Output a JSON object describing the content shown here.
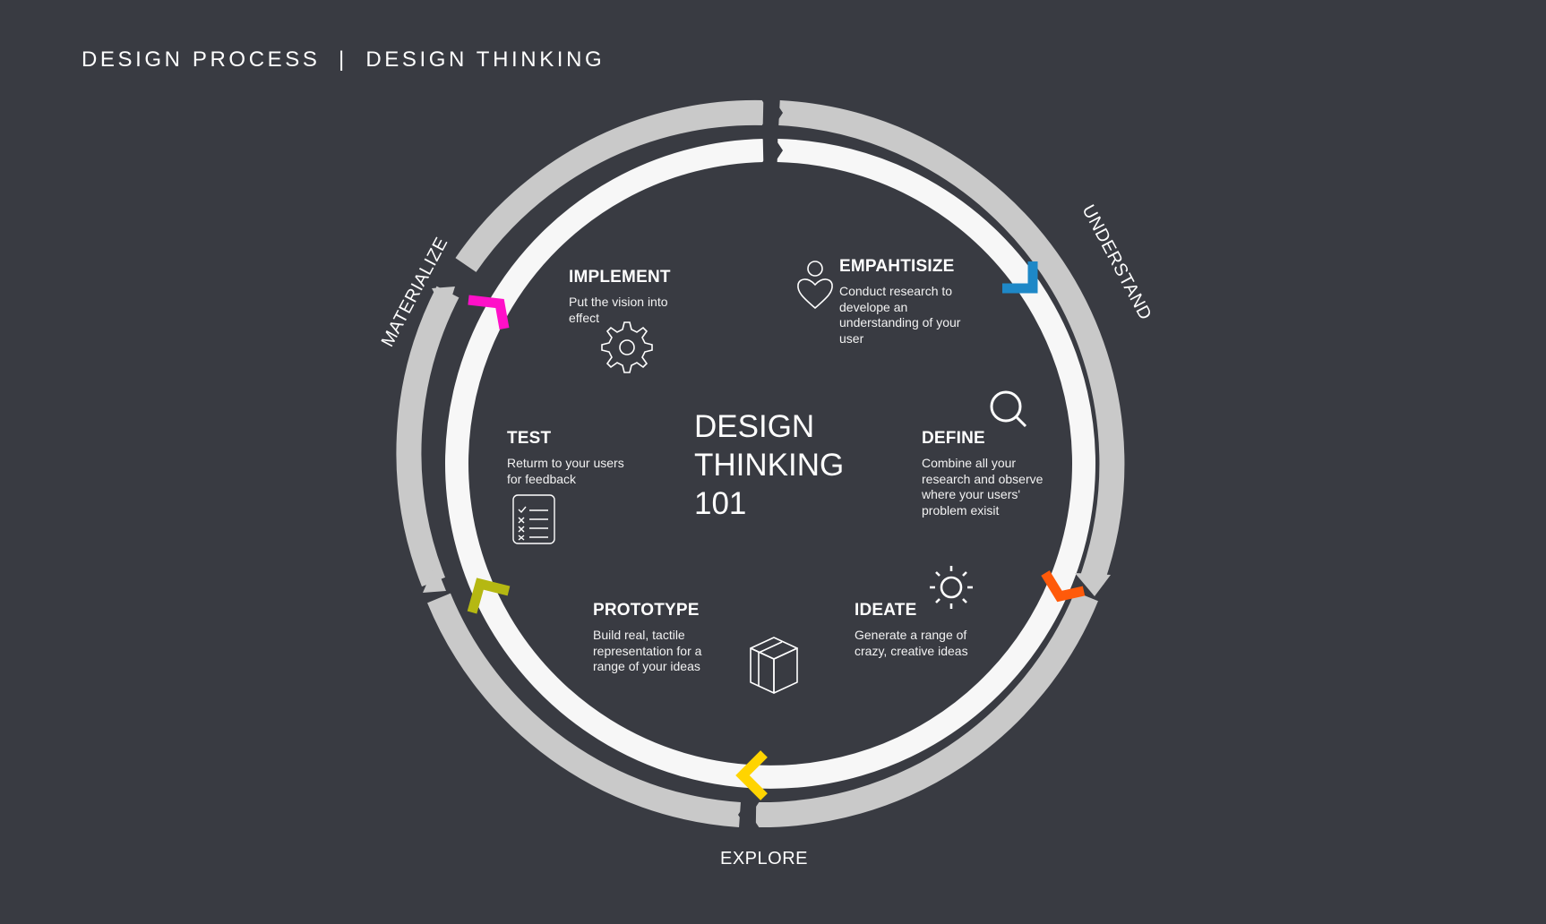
{
  "header": {
    "title": "DESIGN PROCESS  |  DESIGN THINKING"
  },
  "center": {
    "line1": "DESIGN",
    "line2": "THINKING",
    "line3": "101"
  },
  "phases": {
    "understand": "UNDERSTAND",
    "explore": "EXPLORE",
    "materialize": "MATERIALIZE"
  },
  "stages": {
    "empathize": {
      "title": "EMPAHTISIZE",
      "desc": "Conduct research to develope an understanding of your user",
      "icon": "person-heart-icon",
      "color": "#1e88c7"
    },
    "define": {
      "title": "DEFINE",
      "desc": "Combine all your research and observe where your users' problem exisit",
      "icon": "magnifier-icon"
    },
    "ideate": {
      "title": "IDEATE",
      "desc": "Generate a range of crazy, creative ideas",
      "icon": "lightbulb-sun-icon",
      "color": "#ff5a0a"
    },
    "prototype": {
      "title": "PROTOTYPE",
      "desc": "Build real, tactile representation for a range of your ideas",
      "icon": "cube-icon",
      "color": "#ffd400"
    },
    "test": {
      "title": "TEST",
      "desc": "Returm to your users for feedback",
      "icon": "checklist-icon",
      "color": "#b5b812"
    },
    "implement": {
      "title": "IMPLEMENT",
      "desc": "Put the vision into effect",
      "icon": "gear-icon",
      "color": "#ff10c8"
    }
  },
  "colors": {
    "background": "#393b42",
    "outer_ring": "#c9c9c9",
    "inner_ring": "#f7f7f7"
  }
}
